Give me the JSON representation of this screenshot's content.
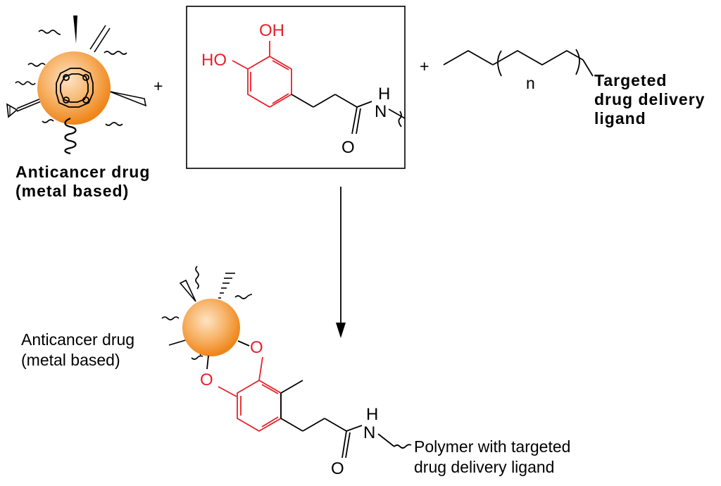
{
  "reactants": {
    "drug_label_line1": "Anticancer drug",
    "drug_label_line2": "(metal based)",
    "plus_sign": "+",
    "catechol": {
      "oh_top": "OH",
      "oh_left": "HO",
      "nh": "H",
      "n": "N",
      "o": "O"
    },
    "plus_sign_2": "+",
    "polymer_repeat": "n",
    "ligand_line1": "Targeted",
    "ligand_line2": "drug delivery",
    "ligand_line3": "ligand"
  },
  "product": {
    "drug_label_line1": "Anticancer drug",
    "drug_label_line2": "(metal based)",
    "o_top": "O",
    "o_left": "O",
    "nh": "H",
    "n": "N",
    "o_carbonyl": "O",
    "polymer_line1": "Polymer with targeted",
    "polymer_line2": "drug delivery ligand"
  },
  "colors": {
    "catechol": "#e8202a",
    "sphere_light": "#fde3c4",
    "sphere_dark": "#f08a1c",
    "bond": "#000000"
  }
}
